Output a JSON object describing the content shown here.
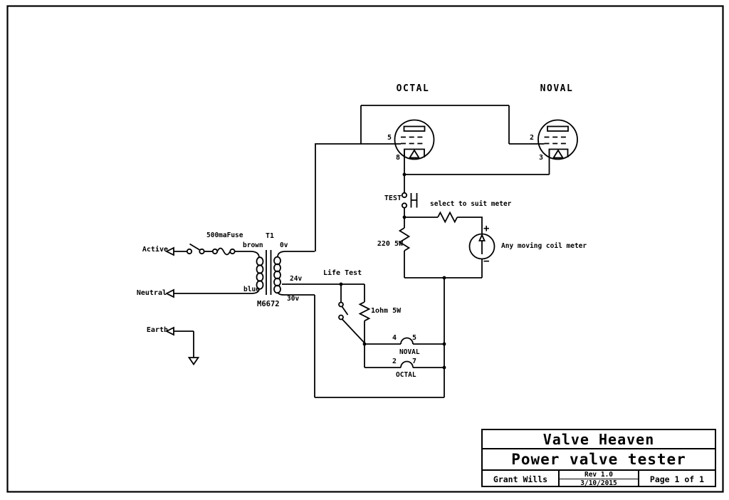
{
  "schematic": {
    "tubes": {
      "octal": {
        "title": "OCTAL",
        "pin_grid": "5",
        "pin_cathode": "8"
      },
      "noval": {
        "title": "NOVAL",
        "pin_grid": "2",
        "pin_cathode": "3"
      }
    },
    "mains": {
      "active": "Active",
      "neutral": "Neutral",
      "earth": "Earth",
      "fuse": "500maFuse"
    },
    "transformer": {
      "designator": "T1",
      "part_number": "M6672",
      "primary_top_wire": "brown",
      "primary_bottom_wire": "blue",
      "tap_0v": "0v",
      "tap_24v": "24v",
      "tap_30v": "30v"
    },
    "meter_circuit": {
      "test_switch": "TEST",
      "series_resistor": "select to suit meter",
      "shunt_resistor": "220 5W",
      "plus": "+",
      "minus": "−",
      "meter_label": "Any moving coil meter"
    },
    "heater_circuit": {
      "life_test_switch": "Life Test",
      "resistor": "1ohm 5W",
      "noval": {
        "pin_a": "4",
        "pin_b": "5",
        "label": "NOVAL"
      },
      "octal": {
        "pin_a": "2",
        "pin_b": "7",
        "label": "OCTAL"
      }
    }
  },
  "title_block": {
    "company": "Valve Heaven",
    "title": "Power valve tester",
    "author": "Grant Wills",
    "rev": "Rev 1.0",
    "date": "3/10/2015",
    "page": "Page 1 of 1"
  }
}
